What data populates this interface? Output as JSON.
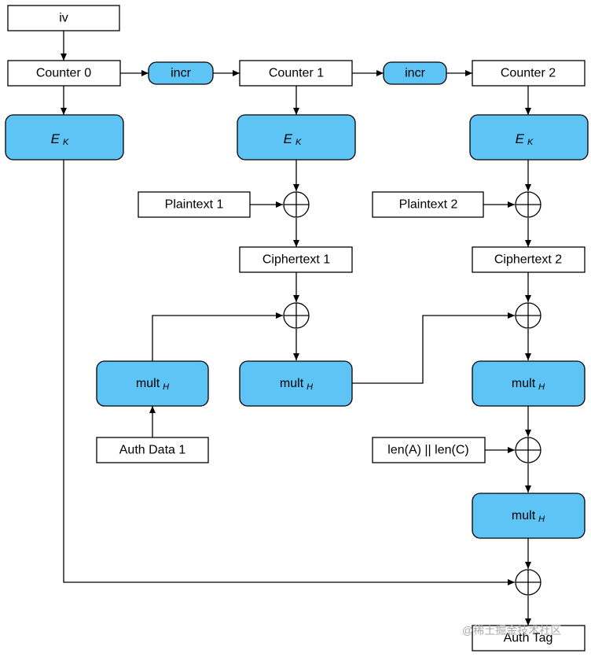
{
  "iv": "iv",
  "counters": [
    "Counter 0",
    "Counter 1",
    "Counter 2"
  ],
  "incr": "incr",
  "ek": {
    "main": "E",
    "sub": "K"
  },
  "mult": {
    "main": "mult",
    "sub": "H"
  },
  "plaintexts": [
    "Plaintext 1",
    "Plaintext 2"
  ],
  "ciphertexts": [
    "Ciphertext 1",
    "Ciphertext 2"
  ],
  "auth_data": "Auth Data 1",
  "len_label": "len(A) || len(C)",
  "auth_tag": "Auth Tag",
  "watermark": "@稀土掘金技术社区",
  "colors": {
    "block_fill": "#5ec3f5",
    "stroke": "#000000",
    "background": "#ffffff"
  }
}
